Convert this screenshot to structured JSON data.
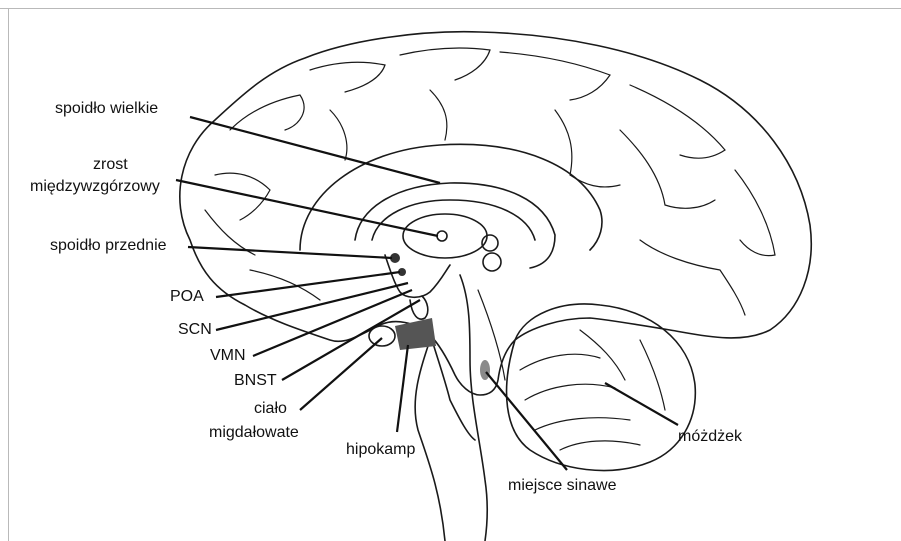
{
  "labels": {
    "spoidlo_wielkie": "spoidło wielkie",
    "zrost_line1": "zrost",
    "zrost_line2": "międzywzgórzowy",
    "spoidlo_przednie": "spoidło przednie",
    "poa": "POA",
    "scn": "SCN",
    "vmn": "VMN",
    "bnst": "BNST",
    "cialo_line1": "ciało",
    "cialo_line2": "migdałowate",
    "hipokamp": "hipokamp",
    "miejsce_sinawe": "miejsce sinawe",
    "mozdzek": "móżdżek"
  },
  "colors": {
    "line": "#1a1a1a",
    "frame": "#b9b9b9",
    "shading": "#444444"
  }
}
